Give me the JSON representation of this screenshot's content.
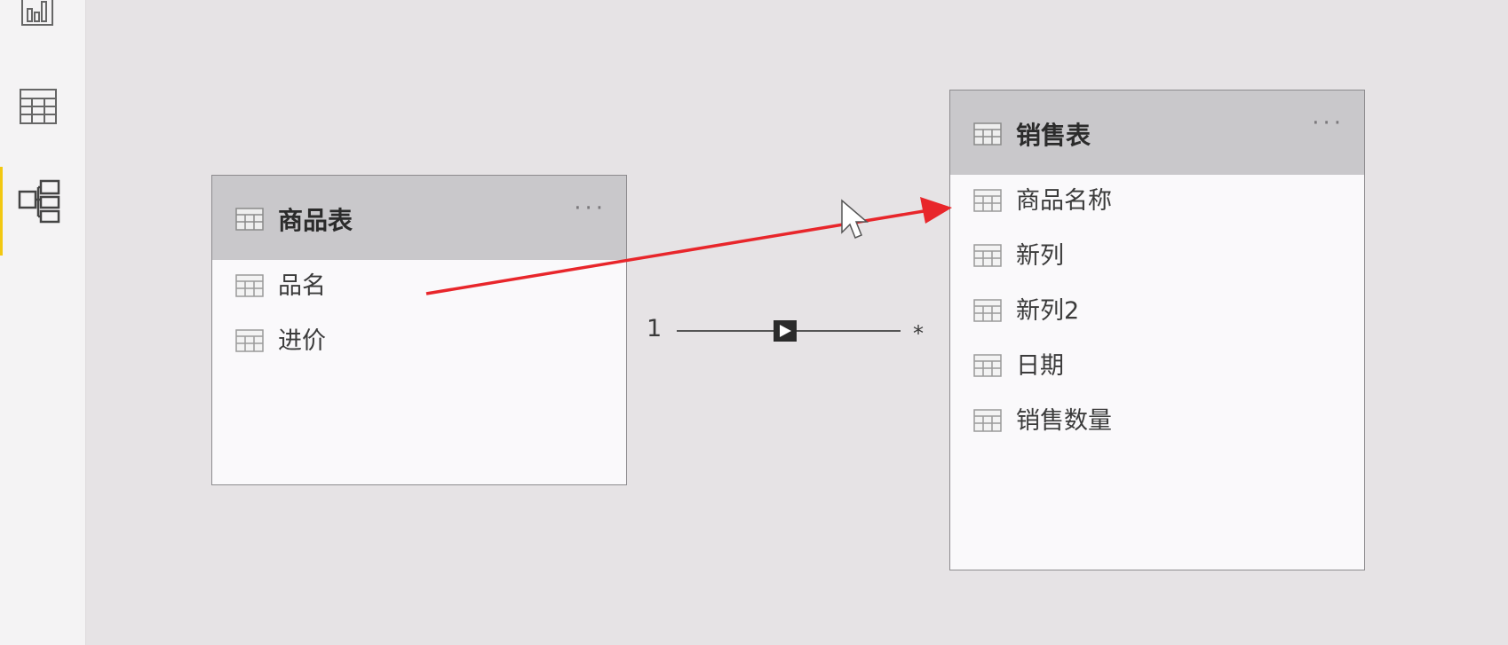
{
  "sidebar": {
    "items": [
      {
        "name": "report-view",
        "icon": "bar-chart-icon"
      },
      {
        "name": "data-view",
        "icon": "table-grid-icon"
      },
      {
        "name": "model-view",
        "icon": "model-diagram-icon",
        "active": true
      }
    ],
    "active_color": "#f2c811"
  },
  "tables": {
    "product": {
      "title": "商品表",
      "more": "···",
      "fields": [
        "品名",
        "进价"
      ]
    },
    "sales": {
      "title": "销售表",
      "more": "···",
      "fields": [
        "商品名称",
        "新列",
        "新列2",
        "日期",
        "销售数量"
      ]
    }
  },
  "relationship": {
    "from_cardinality": "1",
    "to_cardinality": "*",
    "direction_icon": "single-direction-arrow-icon"
  },
  "annotation": {
    "arrow_color": "#e8262b",
    "from_field": "品名",
    "to_field": "商品名称"
  }
}
